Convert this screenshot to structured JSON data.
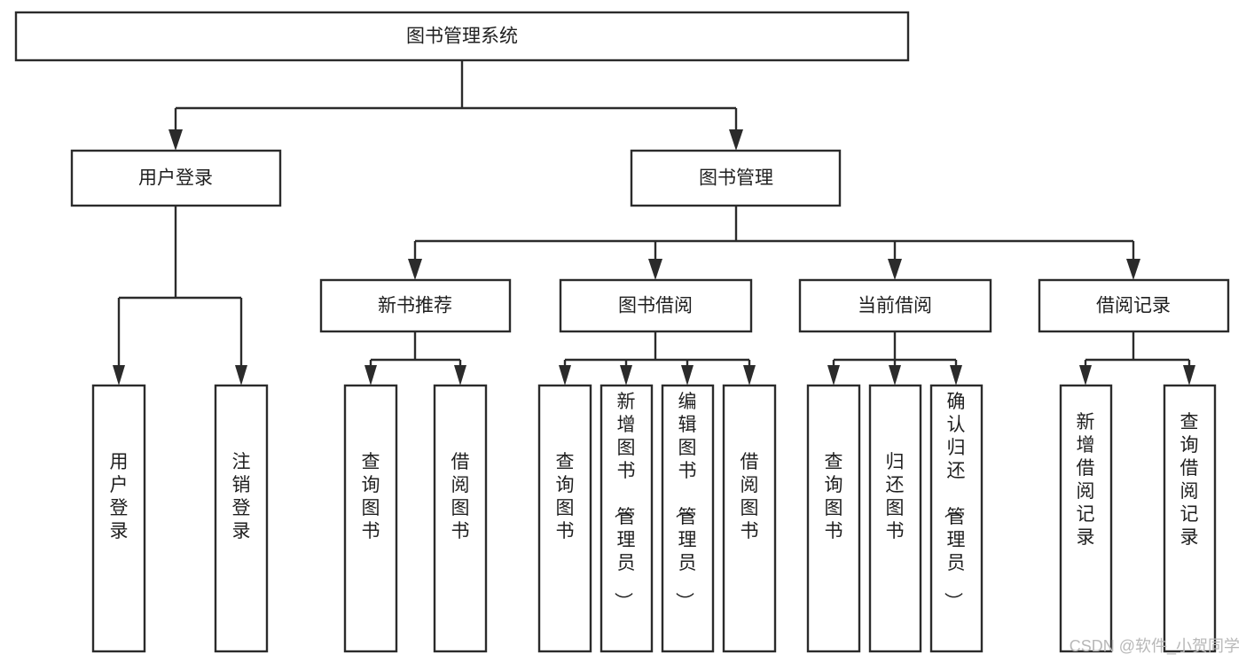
{
  "diagram": {
    "title_node": {
      "label": "图书管理系统"
    },
    "level2": [
      {
        "label": "用户登录"
      },
      {
        "label": "图书管理"
      }
    ],
    "level3": [
      {
        "label": "新书推荐"
      },
      {
        "label": "图书借阅"
      },
      {
        "label": "当前借阅"
      },
      {
        "label": "借阅记录"
      }
    ],
    "leaves": {
      "user_login": [
        {
          "label": "用户登录"
        },
        {
          "label": "注销登录"
        }
      ],
      "new_book": [
        {
          "label": "查询图书"
        },
        {
          "label": "借阅图书"
        }
      ],
      "book_borrow": [
        {
          "label": "查询图书"
        },
        {
          "label": "新增图书（管理员）"
        },
        {
          "label": "编辑图书（管理员）"
        },
        {
          "label": "借阅图书"
        }
      ],
      "current_borrow": [
        {
          "label": "查询图书"
        },
        {
          "label": "归还图书"
        },
        {
          "label": "确认归还（管理员）"
        }
      ],
      "borrow_record": [
        {
          "label": "新增借阅记录"
        },
        {
          "label": "查询借阅记录"
        }
      ]
    }
  },
  "watermark": {
    "text": "CSDN @软件_小贺同学"
  },
  "colors": {
    "stroke": "#2b2b2b",
    "fill": "#ffffff",
    "text": "#1f1f1f",
    "watermark": "#b8b8b8"
  }
}
